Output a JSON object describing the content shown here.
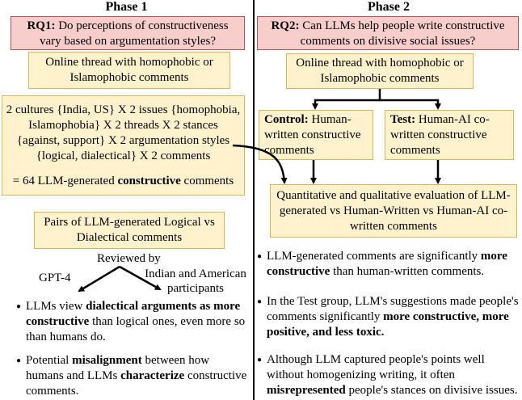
{
  "phase1": {
    "title": "Phase 1",
    "rq_label": "RQ1:",
    "rq_text": " Do perceptions of constructiveness vary based on argumentation styles?",
    "box_thread": "Online thread with homophobic or Islamophobic comments",
    "box_matrix_line1": "2 cultures {India, US} X 2 issues {homophobia, Islamophobia} X 2 threads X 2 stances {against, support} X 2 argumentation styles {logical, dialectical} X 2 comments",
    "box_matrix_line2_a": "= 64 LLM-generated ",
    "box_matrix_line2_b": "constructive",
    "box_matrix_line2_c": " comments",
    "box_pairs": "Pairs of LLM-generated Logical vs Dialectical comments",
    "reviewed_by": "Reviewed by",
    "gpt4": "GPT-4",
    "participants": "Indian and American participants",
    "bullet1_a": "LLMs view ",
    "bullet1_b": "dialectical arguments as more constructive",
    "bullet1_c": " than logical ones, even more so than humans do.",
    "bullet2_a": "Potential ",
    "bullet2_b": "misalignment",
    "bullet2_c": " between how humans and LLMs ",
    "bullet2_d": "characterize",
    "bullet2_e": " constructive comments."
  },
  "phase2": {
    "title": "Phase 2",
    "rq_label": "RQ2:",
    "rq_text": " Can LLMs help people write constructive comments on divisive social issues?",
    "box_thread": "Online thread with homophobic or Islamophobic comments",
    "control_label": "Control:",
    "control_text": " Human-written constructive comments",
    "test_label": "Test:",
    "test_text": " Human-AI co-written constructive comments",
    "box_eval": "Quantitative and qualitative evaluation of LLM-generated vs Human-Written vs Human-AI co-written comments",
    "bullet1_a": "LLM-generated comments are significantly ",
    "bullet1_b": "more constructive",
    "bullet1_c": " than human-written comments.",
    "bullet2_a": "In the Test group, LLM's suggestions made people's comments significantly ",
    "bullet2_b": "more constructive, more positive, and less toxic.",
    "bullet3_a": "Although LLM captured people's points well without homogenizing writing, it often ",
    "bullet3_b": "misrepresented",
    "bullet3_c": " people's stances on divisive issues."
  },
  "colors": {
    "rq_fill": "#f8cecc",
    "rq_border": "#b85450",
    "box_fill": "#fff2cc",
    "box_border": "#d6b656"
  }
}
